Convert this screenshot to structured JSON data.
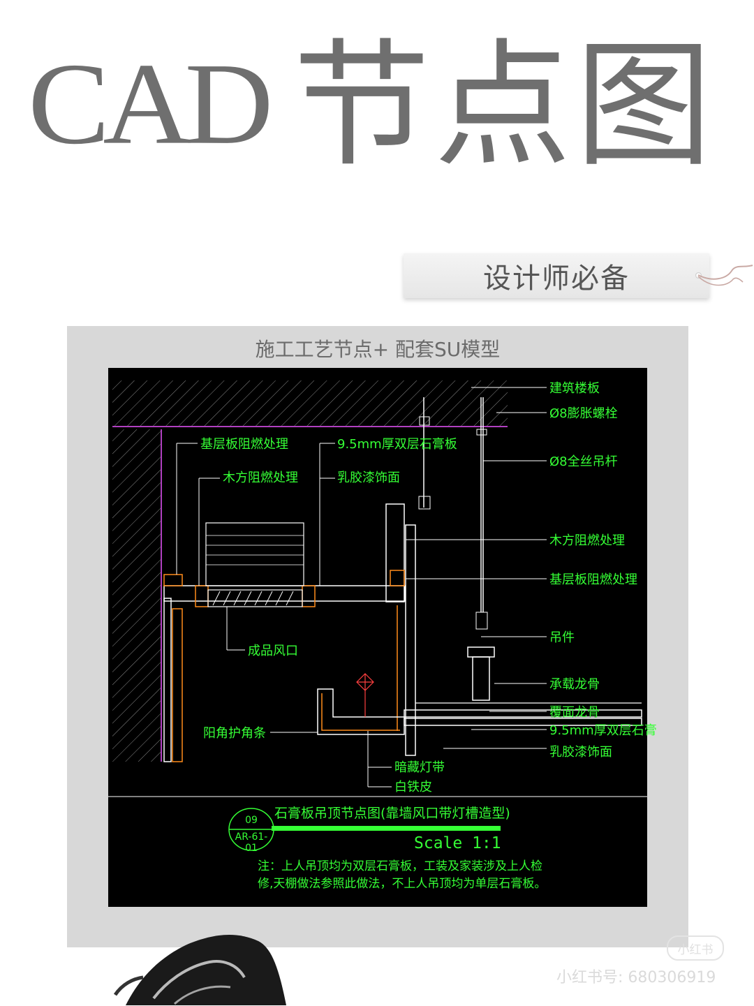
{
  "header": {
    "title_latin": "CAD",
    "title_cjk": "节点图",
    "tag": "设计师必备"
  },
  "panel": {
    "caption": "施工工艺节点+ 配套SU模型"
  },
  "drawing": {
    "labels_right": {
      "floor_slab": "建筑楼板",
      "expansion_bolt": "Ø8膨胀螺栓",
      "threaded_rod": "Ø8全丝吊杆",
      "timber_fireproof": "木方阻燃处理",
      "base_board_fireproof": "基层板阻燃处理",
      "hanger": "吊件",
      "main_keel": "承载龙骨",
      "cover_keel": "覆面龙骨",
      "gypsum_double": "9.5mm厚双层石膏",
      "latex_paint": "乳胶漆饰面"
    },
    "labels_left": {
      "base_board_fireproof": "基层板阻燃处理",
      "timber_fireproof": "木方阻燃处理",
      "gypsum_double": "9.5mm厚双层石膏板",
      "latex_paint": "乳胶漆饰面",
      "vent": "成品风口",
      "corner_guard": "阳角护角条",
      "hidden_light": "暗藏灯带",
      "tin_sheet": "白铁皮"
    },
    "title": "石膏板吊顶节点图(靠墙风口带灯槽造型)",
    "detail_number": "09",
    "sheet_ref": "AR-61-01",
    "scale": "Scale 1:1",
    "note": "注：上人吊顶均为双层石膏板，工装及家装涉及上人检修,天棚做法参照此做法，不上人吊顶均为单层石膏板。",
    "colors": {
      "background": "#000000",
      "label": "#35ff35",
      "hatch": "#8a8a8a",
      "outline": "#ffffff",
      "slab_line": "#b040c0",
      "timber": "#ff8c1a"
    }
  },
  "watermark": {
    "logo": "小红书",
    "id": "小红书号: 680306919"
  }
}
